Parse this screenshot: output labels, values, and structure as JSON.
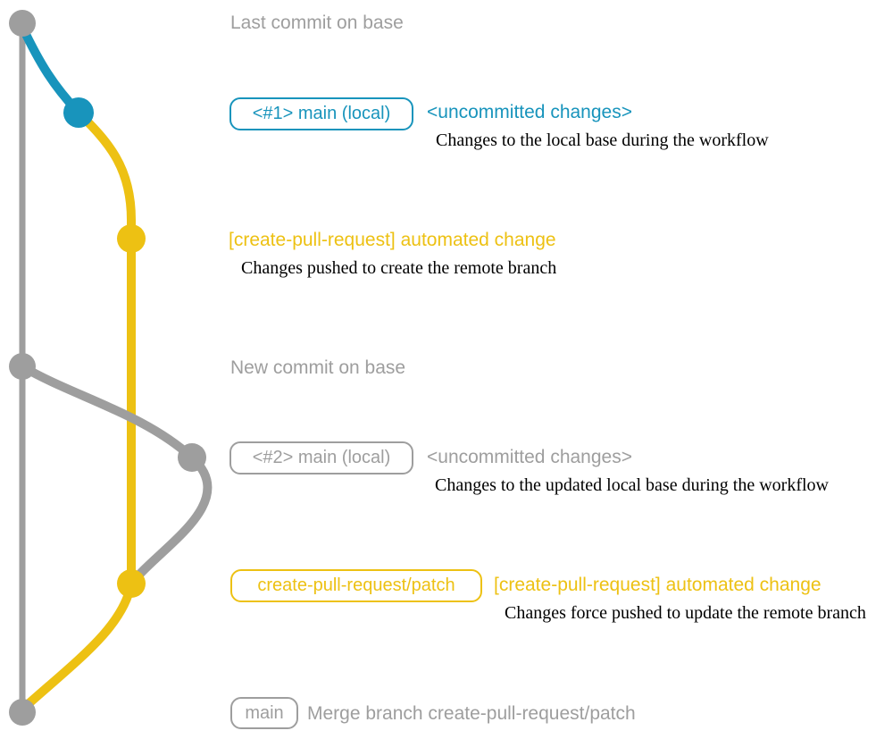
{
  "colors": {
    "gray": "#9e9e9e",
    "blue": "#1894bc",
    "yellow": "#edc113",
    "text_dark": "#000000",
    "background": "#ffffff"
  },
  "graph": {
    "branch_lanes": [
      {
        "name": "base",
        "color": "#9e9e9e"
      },
      {
        "name": "main-local",
        "color": "#1894bc"
      },
      {
        "name": "create-pull-request/patch",
        "color": "#edc113"
      }
    ]
  },
  "annotations": {
    "last_commit": {
      "label": "Last commit on base"
    },
    "row1": {
      "badge": "<#1> main (local)",
      "title": "<uncommitted changes>",
      "description": "Changes to the local base during the workflow"
    },
    "row2": {
      "title": "[create-pull-request] automated change",
      "description": "Changes pushed to create the remote branch"
    },
    "new_commit": {
      "label": "New commit on base"
    },
    "row3": {
      "badge": "<#2> main (local)",
      "title": "<uncommitted changes>",
      "description": "Changes to the updated local base during the workflow"
    },
    "row4": {
      "badge": "create-pull-request/patch",
      "title": "[create-pull-request] automated change",
      "description": "Changes force pushed to update the remote branch"
    },
    "merge": {
      "badge": "main",
      "label": "Merge branch create-pull-request/patch"
    }
  }
}
